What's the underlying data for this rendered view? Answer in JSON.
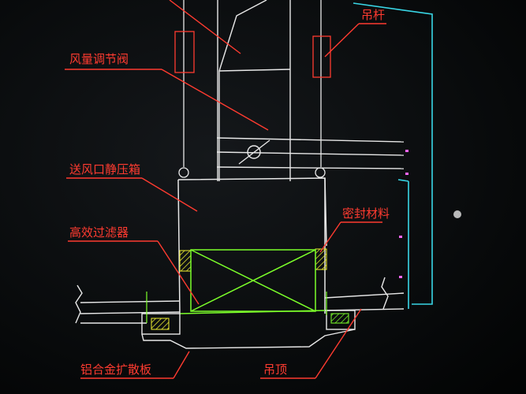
{
  "drawing": {
    "labels": {
      "damper": "风量调节阀",
      "hanger_rod": "吊杆",
      "plenum_box": "送风口静压箱",
      "sealing_material": "密封材料",
      "hepa_filter": "高效过滤器",
      "diffuser_plate": "铝合金扩散板",
      "ceiling": "吊顶"
    }
  },
  "colors": {
    "background": "#0b0d0f",
    "annotation": "#ff3b30",
    "structure": "#e8e8e8",
    "filter": "#7cff2a",
    "cyan_line": "#39d6e6",
    "hatch": "#f0f030",
    "magenta_marker": "#ff66ff"
  }
}
